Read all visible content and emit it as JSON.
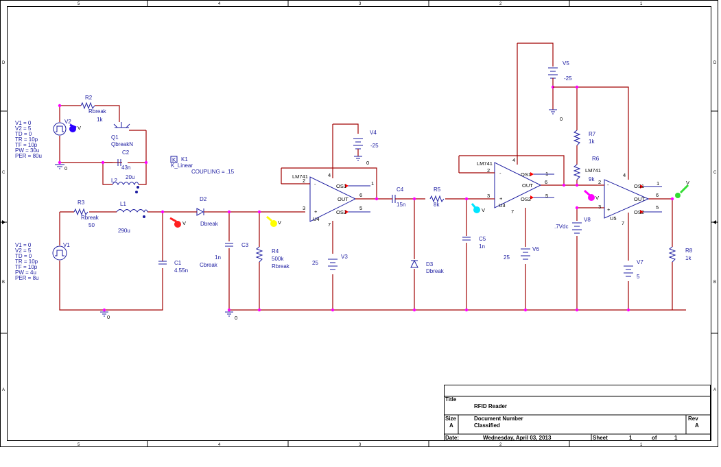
{
  "zones": {
    "top": [
      "5",
      "4",
      "3",
      "2",
      "1"
    ],
    "left": [
      "D",
      "C",
      "B",
      "A"
    ]
  },
  "title_block": {
    "title_label": "Title",
    "title": "RFID Reader",
    "size_label": "Size",
    "size": "A",
    "docnum_label": "Document Number",
    "docnum": "Classified",
    "rev_label": "Rev",
    "rev": "A",
    "date_label": "Date:",
    "date": "Wednesday, April 03, 2013",
    "sheet_label": "Sheet",
    "sheet": "1",
    "of_label": "of",
    "total": "1"
  },
  "v2": {
    "name": "V2",
    "params": [
      "V1 = 0",
      "V2 = 5",
      "TD = 0",
      "TR = 10p",
      "TF = 10p",
      "PW = 30u",
      "PER = 80u"
    ]
  },
  "v1": {
    "name": "V1",
    "params": [
      "V1 = 0",
      "V2 = 5",
      "TD = 0",
      "TR = 10p",
      "TF = 10p",
      "PW = 4u",
      "PER = 8u"
    ]
  },
  "parts": {
    "r2": {
      "ref": "R2",
      "model": "Rbreak",
      "value": "1k"
    },
    "q1": {
      "ref": "Q1",
      "model": "QbreakN"
    },
    "c2": {
      "ref": "C2",
      "value": "43n"
    },
    "l2": {
      "ref": "L2",
      "value": "20u"
    },
    "k1": {
      "ref": "K1",
      "model": "K_Linear",
      "coupling": "COUPLING = .15",
      "box": "K"
    },
    "r3": {
      "ref": "R3",
      "model": "Rbreak",
      "value": "50"
    },
    "l1": {
      "ref": "L1",
      "value": "290u"
    },
    "c1": {
      "ref": "C1",
      "value": "4.55n"
    },
    "d2": {
      "ref": "D2",
      "model": "Dbreak"
    },
    "c3": {
      "ref": "C3",
      "value": "1n",
      "model": "Cbreak"
    },
    "r4": {
      "ref": "R4",
      "value": "500k",
      "model": "Rbreak"
    },
    "v3": {
      "ref": "V3",
      "value": "25"
    },
    "v4": {
      "ref": "V4",
      "value": "-25"
    },
    "u4": {
      "ref": "U4",
      "model": "LM741"
    },
    "c4": {
      "ref": "C4",
      "value": "15n"
    },
    "r5": {
      "ref": "R5",
      "value": "8k"
    },
    "d3": {
      "ref": "D3",
      "model": "Dbreak"
    },
    "c5": {
      "ref": "C5",
      "value": "1n"
    },
    "u3": {
      "ref": "U3",
      "model": "LM741"
    },
    "v6": {
      "ref": "V6",
      "value": "25"
    },
    "v5": {
      "ref": "V5",
      "value": "-25"
    },
    "r7": {
      "ref": "R7",
      "value": "1k"
    },
    "r6": {
      "ref": "R6",
      "value": "9k"
    },
    "v8": {
      "ref": "V8",
      "value": ".7Vdc"
    },
    "u5": {
      "ref": "U5",
      "model": "LM741"
    },
    "v7": {
      "ref": "V7",
      "value": "5"
    },
    "r8": {
      "ref": "R8",
      "value": "1k"
    }
  },
  "opamp_pins": {
    "inv": "2",
    "noninv": "3",
    "vplus": "4",
    "vminus": "7",
    "out": "6",
    "os1": "1",
    "os2": "5",
    "os1_label": "OS1",
    "os2_label": "OS2",
    "out_label": "OUT",
    "plus": "+",
    "minus": "-"
  },
  "ground_label": "0",
  "probe_label": "V",
  "probe_colors": {
    "v2": "#2a00ff",
    "l1": "#ff2020",
    "c3": "#ffff00",
    "c5": "#00e5ff",
    "u5_in": "#ff00ff",
    "out": "#33dd33"
  }
}
